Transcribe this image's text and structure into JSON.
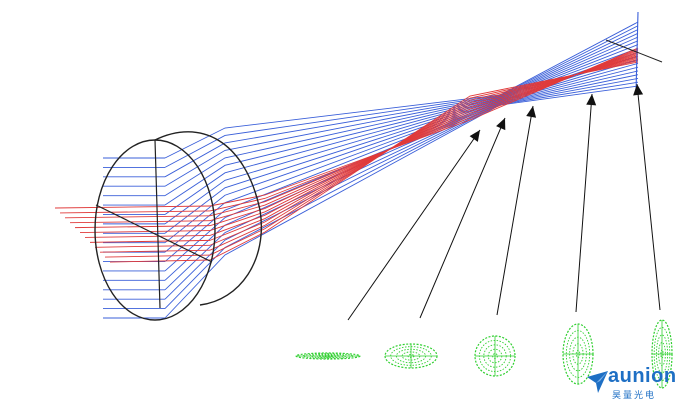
{
  "diagram": {
    "colors": {
      "blue_rays": "#3a5fd9",
      "red_rays": "#e03a3a",
      "lens_outline": "#222222",
      "arrows": "#111111",
      "spot_patterns": "#2fcf2f",
      "logo": "#1e6fc4"
    },
    "icons": [
      "cylindrical-lens",
      "ray-bundle",
      "pointer-arrow",
      "spot-diagram",
      "logo-mark-icon"
    ],
    "spot_diagrams_count": 5
  },
  "logo": {
    "text": "aunion",
    "subtitle": "昊量光电"
  }
}
